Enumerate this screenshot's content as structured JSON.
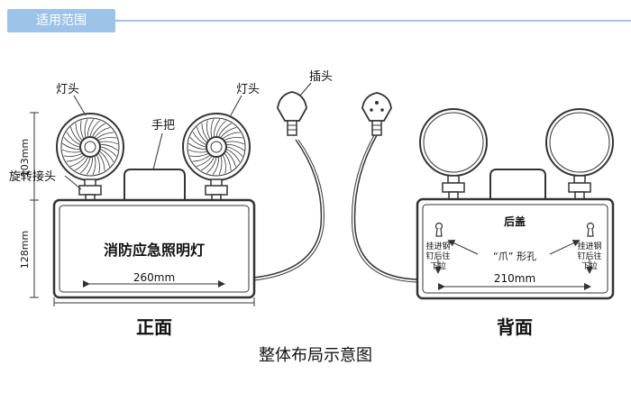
{
  "header": {
    "tab_label": "适用范围"
  },
  "front": {
    "lamp_head_left": "灯头",
    "lamp_head_right": "灯头",
    "handle": "手把",
    "plug": "插头",
    "rotary_joint": "旋转接头",
    "body_label": "消防应急照明灯",
    "dim_height_top": "103mm",
    "dim_height_bottom": "128mm",
    "dim_width": "260mm",
    "view_label": "正面"
  },
  "back": {
    "rear_cover": "后盖",
    "hang_note_left": [
      "挂进钢",
      "钉后往",
      "下拉"
    ],
    "hang_note_right": [
      "挂进钢",
      "钉后往",
      "下拉"
    ],
    "claw_hole": "“爪” 形孔",
    "dim_width": "210mm",
    "view_label": "背面"
  },
  "caption": "整体布局示意图",
  "colors": {
    "accent": "#9ec3e8",
    "line": "#333333"
  }
}
